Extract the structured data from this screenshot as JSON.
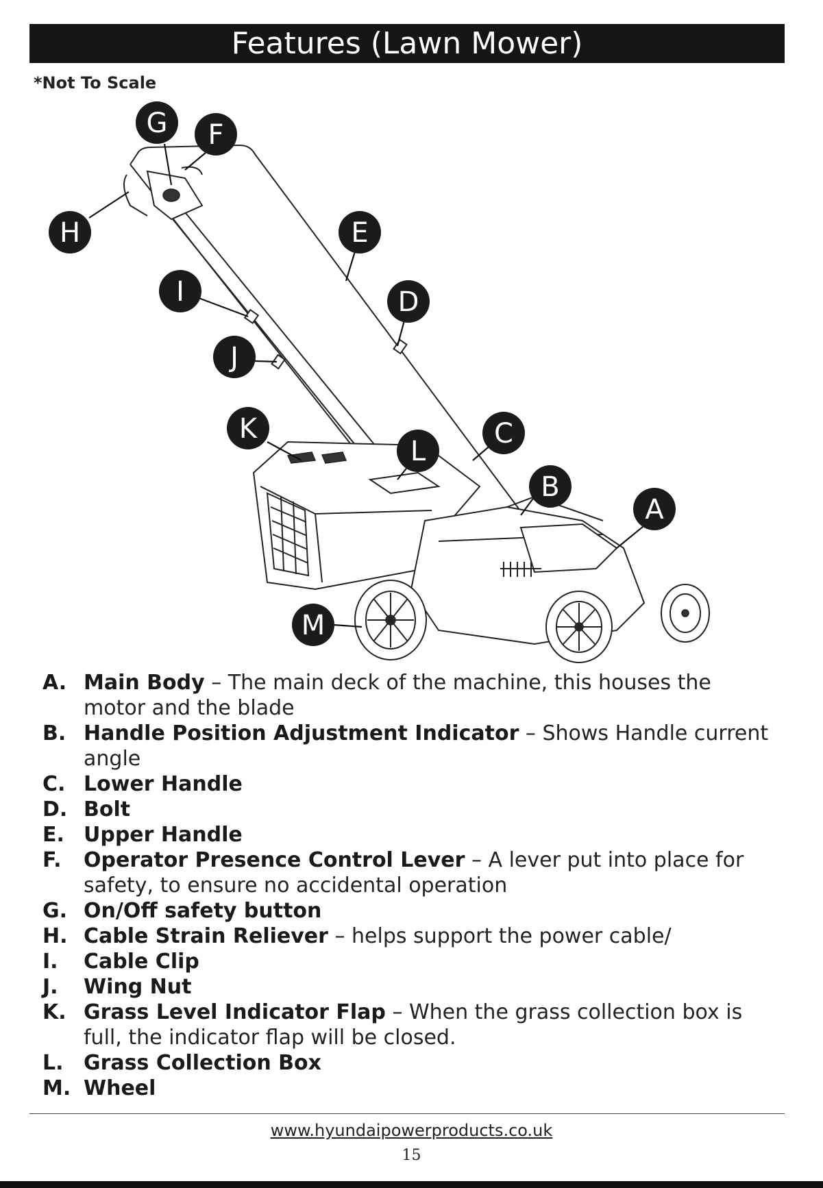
{
  "page": {
    "title": "Features (Lawn Mower)",
    "scale_note": "*Not To Scale"
  },
  "callouts": [
    "A",
    "B",
    "C",
    "D",
    "E",
    "F",
    "G",
    "H",
    "I",
    "J",
    "K",
    "L",
    "M"
  ],
  "features": [
    {
      "letter": "A.",
      "name": "Main Body",
      "sep": " – ",
      "desc": "The main deck of the machine, this houses the motor and the blade"
    },
    {
      "letter": "B.",
      "name": "Handle Position Adjustment Indicator",
      "sep": " – ",
      "desc": "Shows Handle current angle"
    },
    {
      "letter": "C.",
      "name": "Lower Handle",
      "sep": "",
      "desc": ""
    },
    {
      "letter": "D.",
      "name": "Bolt",
      "sep": "",
      "desc": ""
    },
    {
      "letter": "E.",
      "name": "Upper Handle",
      "sep": "",
      "desc": ""
    },
    {
      "letter": "F.",
      "name": "Operator Presence Control Lever",
      "sep": " – ",
      "desc": "A lever put into place for safety, to ensure no accidental operation"
    },
    {
      "letter": "G.",
      "name": "On/Off safety button",
      "sep": "",
      "desc": ""
    },
    {
      "letter": "H.",
      "name": "Cable Strain Reliever",
      "sep": " – ",
      "desc": "helps support the power cable/"
    },
    {
      "letter": "I.",
      "name": "Cable Clip",
      "sep": "",
      "desc": ""
    },
    {
      "letter": "J.",
      "name": "Wing Nut",
      "sep": "",
      "desc": ""
    },
    {
      "letter": "K.",
      "name": "Grass Level Indicator Flap",
      "sep": " – ",
      "desc": "When the grass collection box is full, the indicator flap will be closed."
    },
    {
      "letter": "L.",
      "name": "Grass Collection Box",
      "sep": "",
      "desc": ""
    },
    {
      "letter": "M.",
      "name": "Wheel",
      "sep": "",
      "desc": ""
    }
  ],
  "footer": {
    "url": "www.hyundaipowerproducts.co.uk",
    "page_number": "15"
  }
}
